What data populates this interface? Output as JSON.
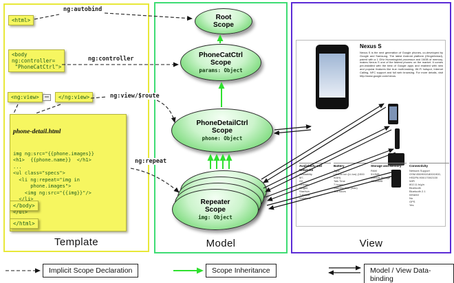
{
  "panels": {
    "template": {
      "label": "Template"
    },
    "model": {
      "label": "Model"
    },
    "view": {
      "label": "View"
    }
  },
  "colors": {
    "template_border": "#e8e838",
    "model_border": "#3ddc73",
    "view_border": "#5b2bd6",
    "note_bg": "#f6f660",
    "inheritance_arrow": "#2ee02e",
    "scope_fill": "#84dd84"
  },
  "template": {
    "html_open": "<html>",
    "body_open": [
      "<body",
      "ng:controller=",
      " \"PhoneCatCtrl\">"
    ],
    "ng_view_open": "<ng:view>",
    "ng_view_close": "</ng:view>",
    "code": {
      "title": "phone-detail.html",
      "lines": [
        "img ng:src=\"{{phone.images}}",
        "<h1>  {{phone.name}}  </h1>",
        "...",
        "<ul class=\"specs\">",
        "  <li ng:repeat=\"img in",
        "      phone.images\">",
        "    <img ng:src=\"{{img}}\"/>",
        "  </li>",
        "...",
        "</ul>"
      ]
    },
    "body_close": "</body>",
    "html_close": "</html>"
  },
  "connector_labels": {
    "autobind": "ng:autobind",
    "controller": "ng:controller",
    "view_route": "ng:view/$route",
    "repeat": "ng:repeat"
  },
  "scopes": {
    "root": {
      "name": "Root",
      "type": "Scope"
    },
    "phonecat": {
      "name": "PhoneCatCtrl",
      "type": "Scope",
      "prop": "params: Object"
    },
    "phonedetail": {
      "name": "PhoneDetailCtrl",
      "type": "Scope",
      "prop": "phone: Object"
    },
    "repeater": {
      "name": "Repeater",
      "type": "Scope",
      "prop": "img: Object"
    }
  },
  "view": {
    "page_title": "Nexus S",
    "intro": "Nexus S is the next generation of Google phones, co-developed by Google and Samsung. The latest Android platform (Gingerbread), paired with a 1 GHz Hummingbird processor and 16GB of memory, makes Nexus S one of the fastest phones on the market. It comes pre-installed with the best of Google apps and enabled with new and popular features like true multi-tasking, Wi-Fi hotspot, Internet Calling, NFC support and full web browsing. For more details, visit http://www.google.com/nexus.",
    "specs": [
      {
        "header": "Availability and Networks",
        "rows": [
          "Availability",
          "M7,",
          "O2,",
          "Orange,",
          "Singtel,",
          "StarHub,",
          "T-Mobile,",
          "Vodafone"
        ]
      },
      {
        "header": "Battery",
        "rows": [
          "Type",
          "Lithium Ion (Li-Ion) (1500 mAH)",
          "Talk Time",
          "7 hours",
          "Standby time (max)",
          "428 hours"
        ]
      },
      {
        "header": "Storage and Memory",
        "rows": [
          "RAM",
          "512MB",
          "Internal Storage",
          "16384MB"
        ]
      },
      {
        "header": "Connectivity",
        "rows": [
          "Network Support",
          "GSM 850/900/1800/1900, HSDPA 900/1700/2100",
          "WiFi",
          "802.11 b/g/n",
          "Bluetooth",
          "Bluetooth 2.1",
          "Infrared",
          "No",
          "GPS",
          "Yes"
        ]
      }
    ]
  },
  "legend": {
    "implicit": "Implicit Scope Declaration",
    "inheritance": "Scope Inheritance",
    "binding": "Model / View Data-binding"
  }
}
